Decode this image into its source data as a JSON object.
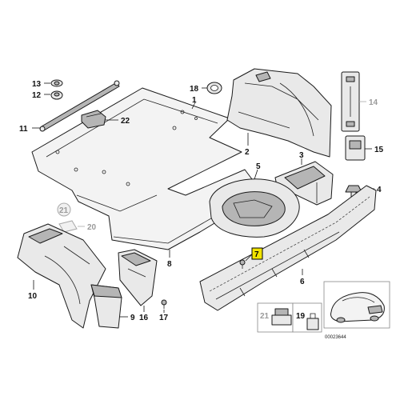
{
  "diagram": {
    "reference_number": "00023644",
    "highlight_color": "#f2e400",
    "muted_color": "#9a9a9a",
    "part_labels": {
      "p1": "1",
      "p2": "2",
      "p3": "3",
      "p4": "4",
      "p5": "5",
      "p6": "6",
      "p7": "7",
      "p8": "8",
      "p9": "9",
      "p10": "10",
      "p11": "11",
      "p12": "12",
      "p13": "13",
      "p14": "14",
      "p15": "15",
      "p16": "16",
      "p17": "17",
      "p18": "18",
      "p19": "19",
      "p20": "20",
      "p21": "21",
      "p21b": "21",
      "p22": "22"
    },
    "highlighted_part": "7",
    "greyed_parts": [
      "14",
      "20",
      "21"
    ]
  }
}
